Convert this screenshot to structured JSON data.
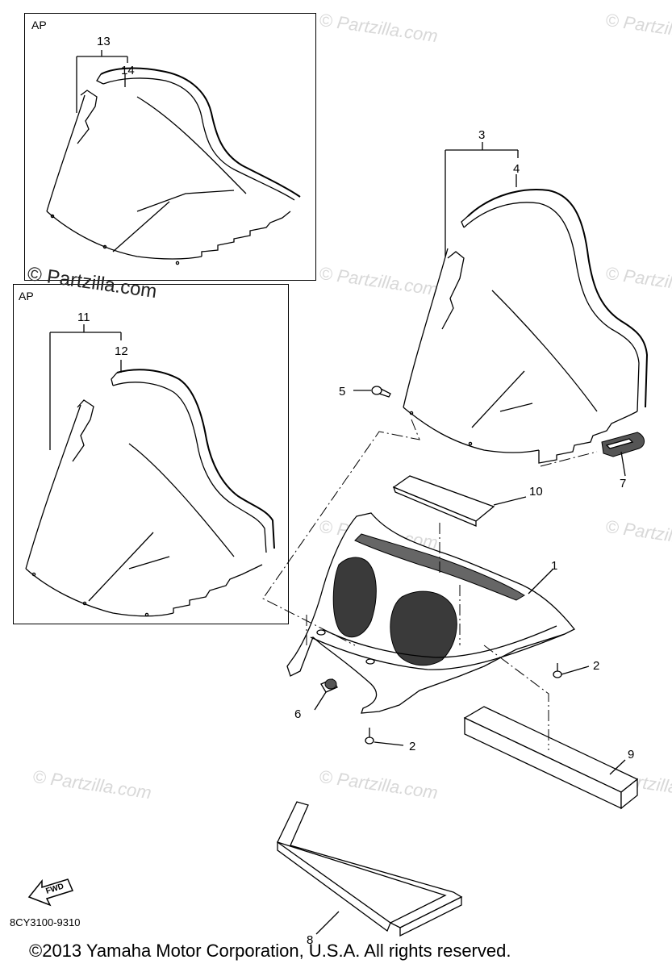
{
  "insets": [
    {
      "label": "AP",
      "callouts": [
        "13",
        "14"
      ]
    },
    {
      "label": "AP",
      "callouts": [
        "11",
        "12"
      ]
    }
  ],
  "callouts": {
    "c1": "1",
    "c2a": "2",
    "c2b": "2",
    "c3": "3",
    "c4": "4",
    "c5": "5",
    "c6": "6",
    "c7": "7",
    "c8": "8",
    "c9": "9",
    "c10": "10",
    "c11": "11",
    "c12": "12",
    "c13": "13",
    "c14": "14"
  },
  "watermark": {
    "corner_text": "© Partzilla.com",
    "faint_text": "© Partzilla.com"
  },
  "fwd_arrow": {
    "label": "FWD",
    "icon": "fwd-arrow-icon"
  },
  "part_code": "8CY3100-9310",
  "copyright": "©2013  Yamaha Motor Corporation, U.S.A. All rights reserved."
}
